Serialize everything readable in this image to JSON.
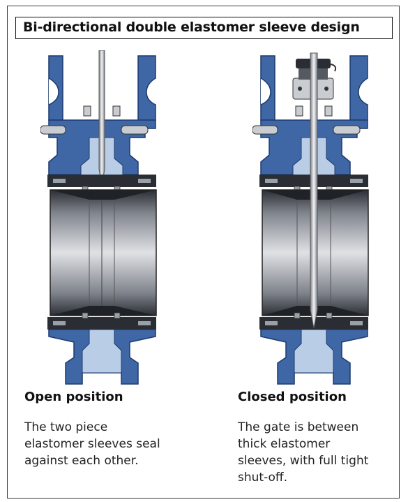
{
  "title": "Bi-directional double elastomer sleeve design",
  "panels": [
    {
      "heading": "Open position",
      "body": "The two piece elastomer sleeves seal against each other.",
      "state": "open"
    },
    {
      "heading": "Closed position",
      "body": "The gate is between thick elastomer sleeves, with full tight shut-off.",
      "state": "closed"
    }
  ],
  "colors": {
    "body_blue": "#3f67a6",
    "body_blue_dark": "#1d3a6e",
    "light_blue": "#b9cde6",
    "sleeve_dark": "#2a2d33",
    "bore_mid": "#8a8e95",
    "bore_light": "#e3e5e8",
    "bolt_grey": "#c9ccd1"
  }
}
